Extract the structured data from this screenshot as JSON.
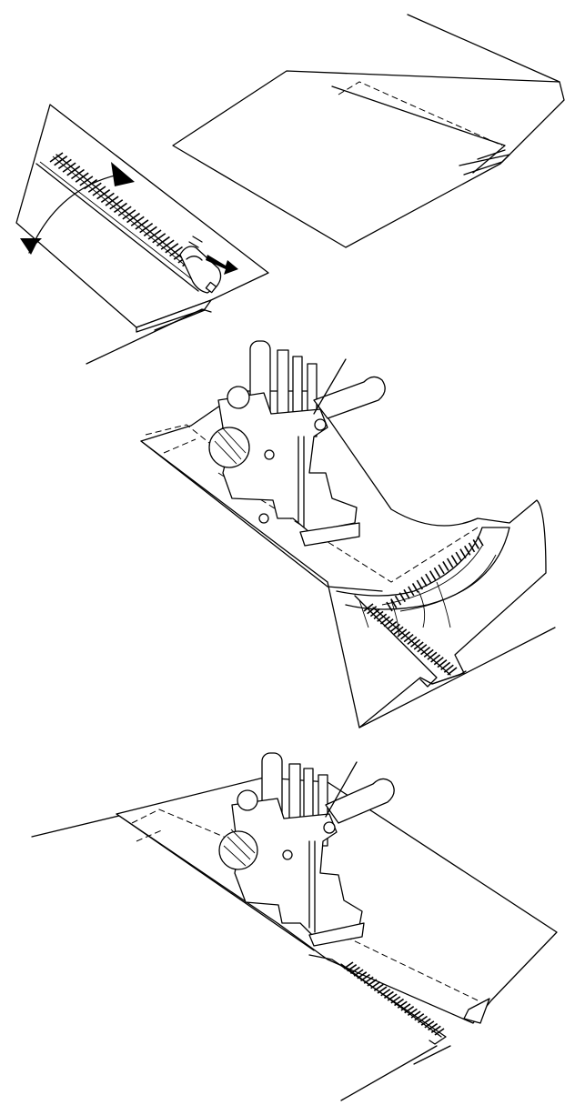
{
  "illustration": {
    "panels": [
      {
        "name": "zipper-placement-step"
      },
      {
        "name": "stitch-zipper-first-side-step"
      },
      {
        "name": "stitch-zipper-second-side-step"
      }
    ],
    "icons": [
      "fold-arrow-icon",
      "slide-direction-arrow-icon",
      "zipper-foot-icon"
    ],
    "colors": {
      "line": "#000000",
      "background": "#ffffff"
    }
  }
}
